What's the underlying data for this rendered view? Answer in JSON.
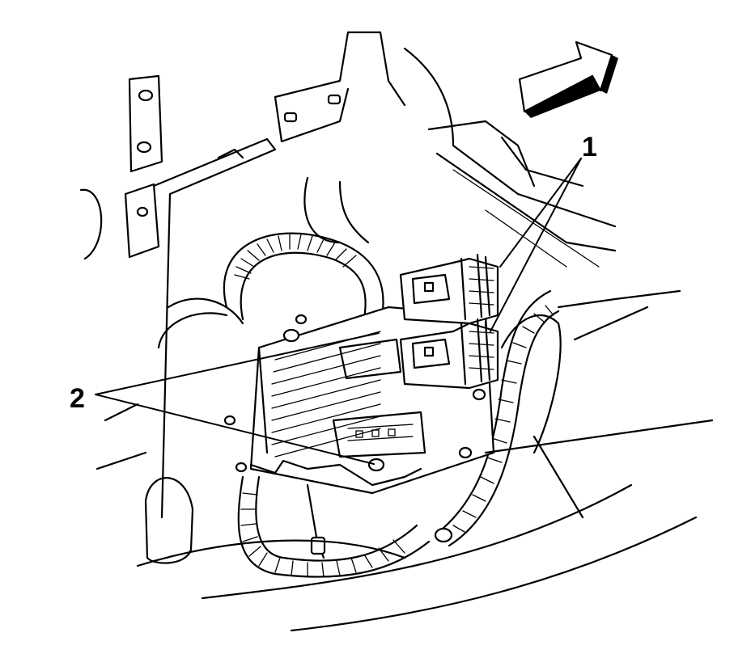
{
  "diagram": {
    "callouts": [
      {
        "id": "1",
        "label": "1"
      },
      {
        "id": "2",
        "label": "2"
      }
    ],
    "colors": {
      "ink": "#000000",
      "paper": "#ffffff",
      "arrow_shade": "#000000"
    },
    "icons": [
      "forward-direction-arrow-icon"
    ]
  }
}
